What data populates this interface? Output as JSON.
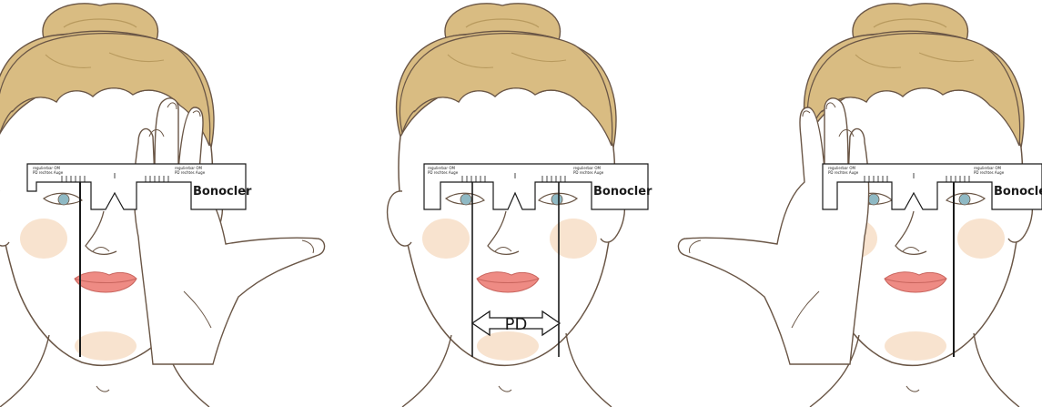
{
  "panels": [
    {
      "id": "left",
      "brand": "Bonocler",
      "small_label_left_1": "regulierbar OM",
      "small_label_left_2": "PD rechtes Auge",
      "small_label_right_1": "regulierbar OM",
      "small_label_right_2": "PD rechtes Auge"
    },
    {
      "id": "middle",
      "brand": "Bonocler",
      "small_label_left_1": "regulierbar OM",
      "small_label_left_2": "PD rechtes Auge",
      "small_label_right_1": "regulierbar OM",
      "small_label_right_2": "PD rechtes Auge",
      "measure_label": "PD"
    },
    {
      "id": "right",
      "brand": "Bonocler",
      "small_label_left_1": "regulierbar OM",
      "small_label_left_2": "PD rechtes Auge",
      "small_label_right_1": "regulierbar OM",
      "small_label_right_2": "PD rechtes Auge"
    }
  ],
  "colors": {
    "hair": "#D9BC82",
    "hair_dark": "#B89A5E",
    "skin_shadow": "#F8E3CF",
    "lips": "#EE8B84",
    "iris": "#8FB9C4",
    "outline": "#6A5646",
    "card_line": "#1a1a1a"
  }
}
